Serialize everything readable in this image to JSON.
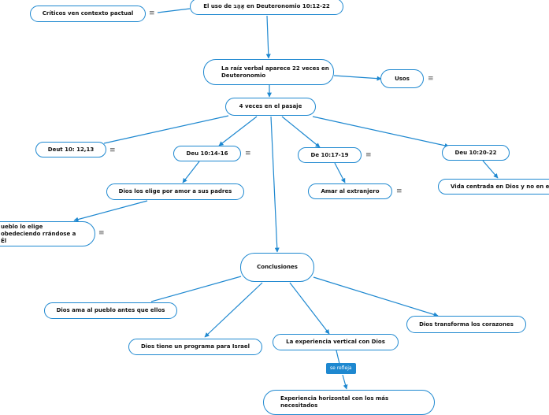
{
  "nodes": {
    "root": "El uso de אָהַב en Deuteronomio 10:12-22",
    "criticos": "Críticos ven contexto pactual",
    "raiz": "La raíz verbal aparece 22 veces en Deuteronomio",
    "usos": "Usos",
    "veces": "4 veces en el pasaje",
    "deut1213": "Deut 10: 12,13",
    "deu1416": "Deu 10:14-16",
    "de1719": "De 10:17-19",
    "deu2022": "Deu 10:20-22",
    "dios_elige": "Dios los elige por amor a sus padres",
    "amar_extranjero": "Amar al extranjero",
    "vida_centrada": "Vida centrada en Dios y no en el",
    "pueblo": "ueblo lo elige obedeciendo rrándose a Él",
    "conclusiones": "Conclusiones",
    "dios_ama": "Dios ama al pueblo antes que ellos",
    "programa": "Dios tiene un programa para Israel",
    "vertical": "La experiencia vertical con Dios",
    "transforma": "Dios transforma los corazones",
    "horizontal": "Experiencia horizontal con los más necesitados"
  },
  "edge_label": "se refleja",
  "menu_glyph": "≡",
  "colors": {
    "line": "#1e88d0",
    "border": "#1e88d0"
  }
}
